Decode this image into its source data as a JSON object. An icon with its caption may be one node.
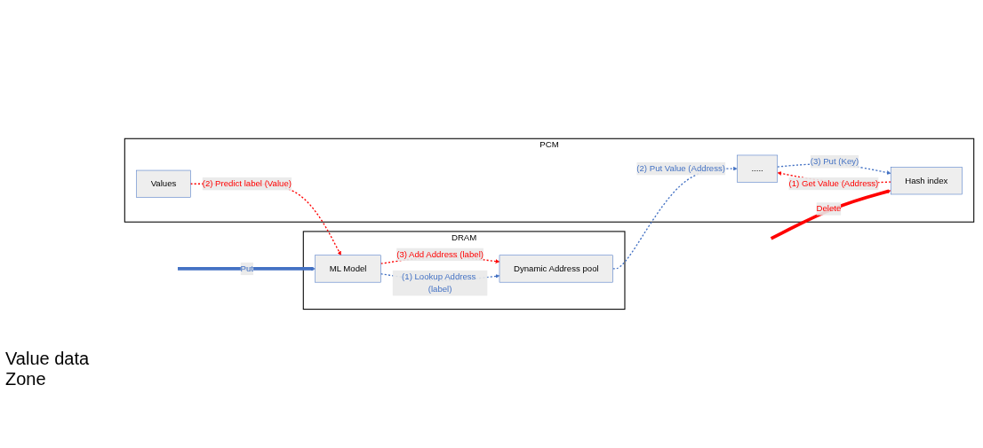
{
  "diagram": {
    "nodes": [
      {
        "text": [
          "DRAM"
        ]
      },
      {
        "text": [
          "ML Model"
        ],
        "in": 0
      },
      {
        "text": [
          "Dynamic Address pool"
        ],
        "in": 0
      },
      {
        "text": [
          "PCM"
        ]
      },
      {
        "text": [
          "Values"
        ],
        "in": 3
      },
      {
        "text": [
          "....."
        ],
        "in": 3
      },
      {
        "text": [
          "Hash index"
        ],
        "in": 3
      }
    ],
    "edges": [
      {
        "from": null,
        "to": 1,
        "arrow": "to",
        "label": "Put",
        "style": "thick",
        "color": "#4472c4"
      },
      {
        "from": 1,
        "to": 2,
        "arrow": "to",
        "label": "(3) Add Address (label)",
        "style": "dashed",
        "color": "#ff0000"
      },
      {
        "from": 1,
        "to": 2,
        "arrow": "to",
        "label": "(1) Lookup Address (label)",
        "style": "dashed",
        "color": "#4472c4"
      },
      {
        "from": 2,
        "to": 5,
        "arrow": "to",
        "label": "(2) Put Value (Address)",
        "style": "dashed",
        "color": "#4472c4"
      },
      {
        "from": 4,
        "to": 1,
        "arrow": "to",
        "label": "(2) Predict label (Value)",
        "style": "dashed",
        "color": "#ff0000"
      },
      {
        "from": 5,
        "to": 6,
        "arrow": "to",
        "label": "(3) Put (Key)",
        "style": "dashed",
        "color": "#4472c4"
      },
      {
        "from": 6,
        "to": 5,
        "arrow": "to",
        "label": "(1) Get Value (Address)",
        "style": "dashed",
        "color": "#ff0000"
      },
      {
        "from": null,
        "to": 6,
        "arrow": "to",
        "label": "Delete",
        "style": "thick",
        "color": "#ff0000"
      }
    ],
    "labels": [
      "Value data Zone"
    ]
  }
}
